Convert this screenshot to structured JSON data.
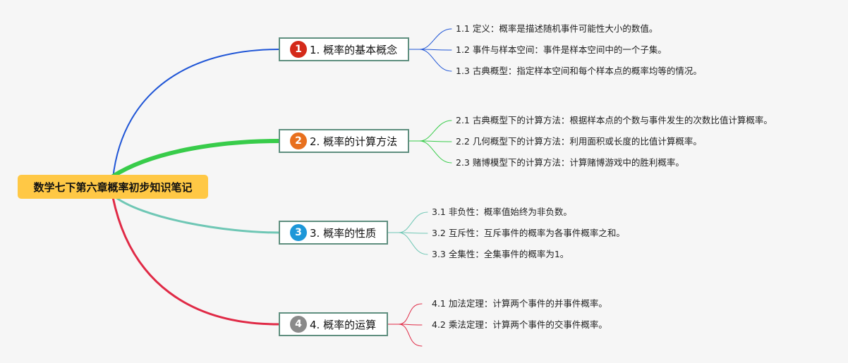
{
  "root": {
    "label": "数学七下第六章概率初步知识笔记"
  },
  "branches": [
    {
      "number": "1",
      "label": "1. 概率的基本概念",
      "color": "#1f55d6",
      "badge_color": "#d42a1a",
      "leaves": [
        "1.1 定义：概率是描述随机事件可能性大小的数值。",
        "1.2 事件与样本空间：事件是样本空间中的一个子集。",
        "1.3 古典概型：指定样本空间和每个样本点的概率均等的情况。"
      ]
    },
    {
      "number": "2",
      "label": "2. 概率的计算方法",
      "color": "#38cc4a",
      "badge_color": "#e8701e",
      "leaves": [
        "2.1 古典概型下的计算方法：根据样本点的个数与事件发生的次数比值计算概率。",
        "2.2 几何概型下的计算方法：利用面积或长度的比值计算概率。",
        "2.3 赌博模型下的计算方法：计算赌博游戏中的胜利概率。"
      ]
    },
    {
      "number": "3",
      "label": "3. 概率的性质",
      "color": "#6fc7b5",
      "badge_color": "#1d97d8",
      "leaves": [
        "3.1 非负性：概率值始终为非负数。",
        "3.2 互斥性：互斥事件的概率为各事件概率之和。",
        "3.3 全集性：全集事件的概率为1。"
      ]
    },
    {
      "number": "4",
      "label": "4. 概率的运算",
      "color": "#e02a46",
      "badge_color": "#8a8a8a",
      "leaves": [
        "4.1 加法定理：计算两个事件的并事件概率。",
        "4.2 乘法定理：计算两个事件的交事件概率。",
        ""
      ]
    }
  ]
}
